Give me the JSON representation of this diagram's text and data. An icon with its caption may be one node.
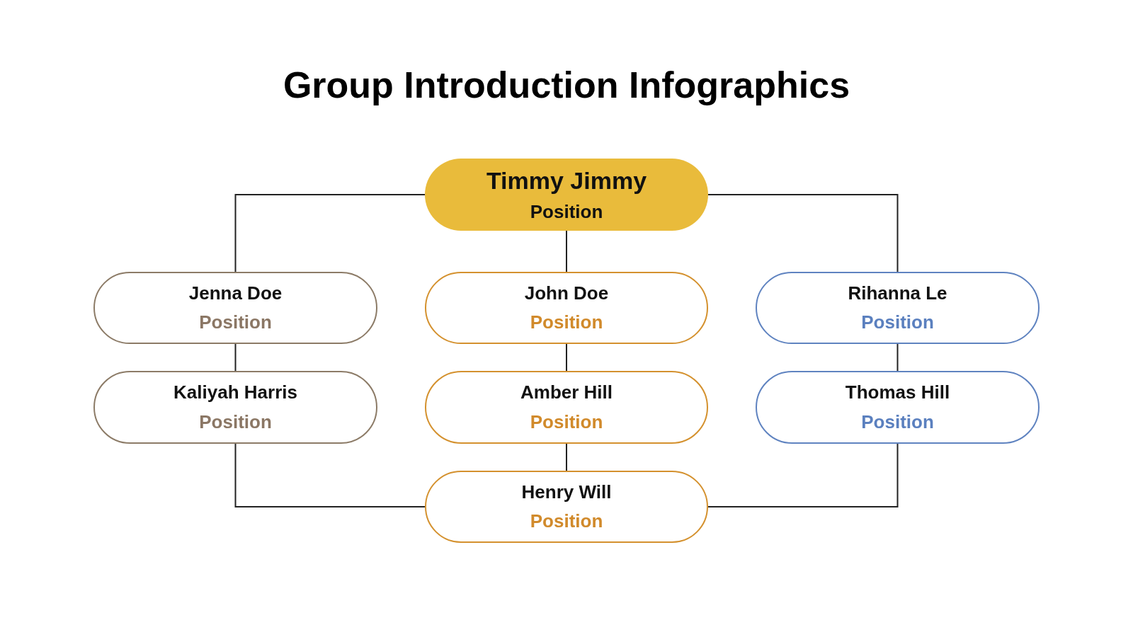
{
  "diagram": {
    "title": "Group Introduction Infographics",
    "nodes": [
      {
        "text": [
          "Timmy Jimmy",
          "Position"
        ]
      },
      {
        "text": [
          "Jenna Doe",
          "Position"
        ]
      },
      {
        "text": [
          "John Doe",
          "Position"
        ]
      },
      {
        "text": [
          "Rihanna Le",
          "Position"
        ]
      },
      {
        "text": [
          "Kaliyah Harris",
          "Position"
        ]
      },
      {
        "text": [
          "Amber Hill",
          "Position"
        ]
      },
      {
        "text": [
          "Thomas Hill",
          "Position"
        ]
      },
      {
        "text": [
          "Henry Will",
          "Position"
        ]
      }
    ],
    "edges": [
      {
        "from": 0,
        "to": 1,
        "arrow": "none"
      },
      {
        "from": 0,
        "to": 2,
        "arrow": "none"
      },
      {
        "from": 0,
        "to": 3,
        "arrow": "none"
      },
      {
        "from": 1,
        "to": 4,
        "arrow": "none"
      },
      {
        "from": 2,
        "to": 5,
        "arrow": "none"
      },
      {
        "from": 3,
        "to": 6,
        "arrow": "none"
      },
      {
        "from": 4,
        "to": 7,
        "arrow": "none"
      },
      {
        "from": 5,
        "to": 7,
        "arrow": "none"
      },
      {
        "from": 6,
        "to": 7,
        "arrow": "none"
      }
    ]
  }
}
